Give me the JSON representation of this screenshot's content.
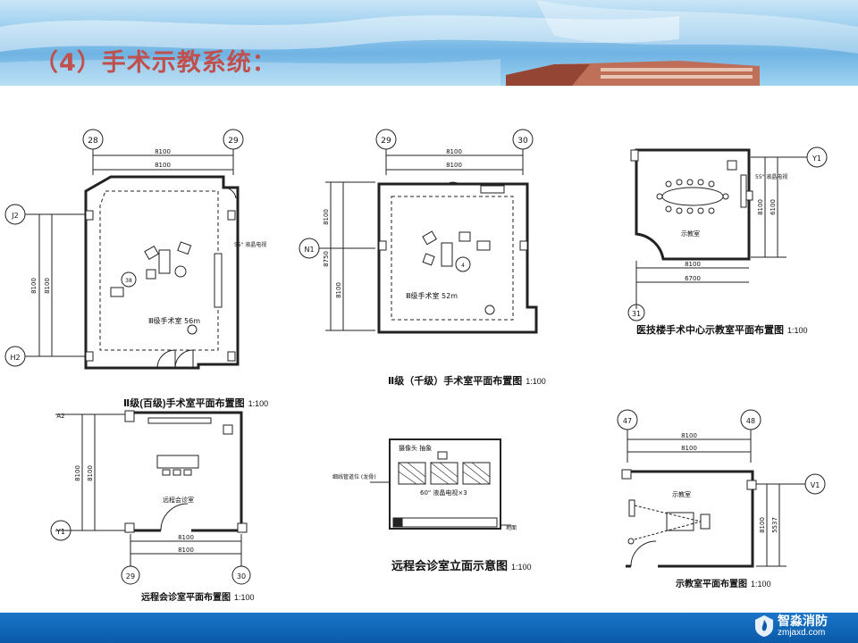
{
  "slide": {
    "title": "（4）手术示教系统：",
    "watermark_name": "智淼消防",
    "watermark_url": "zmjaxd.com",
    "colors": {
      "title": "#c0504d",
      "bar": "#1466b8",
      "line": "#222222"
    }
  },
  "plans": {
    "room1": {
      "axes": [
        "28",
        "29",
        "J2",
        "H2"
      ],
      "dims": [
        "8100",
        "8100",
        "8100",
        "8100"
      ],
      "badge": "38",
      "room": "Ⅲ级手术室 56m",
      "tv": "55\" 液晶电视"
    },
    "room2": {
      "axes": [
        "29",
        "30",
        "N1"
      ],
      "dims": [
        "8100",
        "8100",
        "8100",
        "8750",
        "8100"
      ],
      "badge": "4",
      "room": "Ⅲ级手术室 52m"
    },
    "room3": {
      "axes": [
        "Y1",
        "31"
      ],
      "dims": [
        "8100",
        "6700",
        "8100",
        "6100"
      ],
      "tv": "55\" 液晶电视",
      "room": "示教室"
    },
    "room4": {
      "axes": [
        "A2",
        "Y1",
        "29",
        "30"
      ],
      "dims": [
        "8100",
        "8100",
        "8100",
        "8100"
      ],
      "room": "远程会诊室"
    },
    "room5": {
      "axes": [
        "47",
        "48",
        "V1"
      ],
      "dims": [
        "8100",
        "8100",
        "8100",
        "5537"
      ],
      "room": "示教室"
    },
    "elevation": {
      "cam": "摄像头 抽象",
      "tv": "60\" 液晶电视×3",
      "left": "细线管道位 (龙骨)",
      "right": "地面"
    }
  },
  "captions": {
    "c1": "Ⅱ级(百级)手术室平面布置图",
    "c1s": "1:100",
    "c2": "Ⅱ级（千级）手术室平面布置图",
    "c2s": "1:100",
    "c3": "医技楼手术中心示教室平面布置图",
    "c3s": "1:100",
    "c4": "远程会诊室平面布置图",
    "c4s": "1:100",
    "c5": "远程会诊室立面示意图",
    "c5s": "1:100",
    "c6": "示教室平面布置图",
    "c6s": "1:100"
  }
}
